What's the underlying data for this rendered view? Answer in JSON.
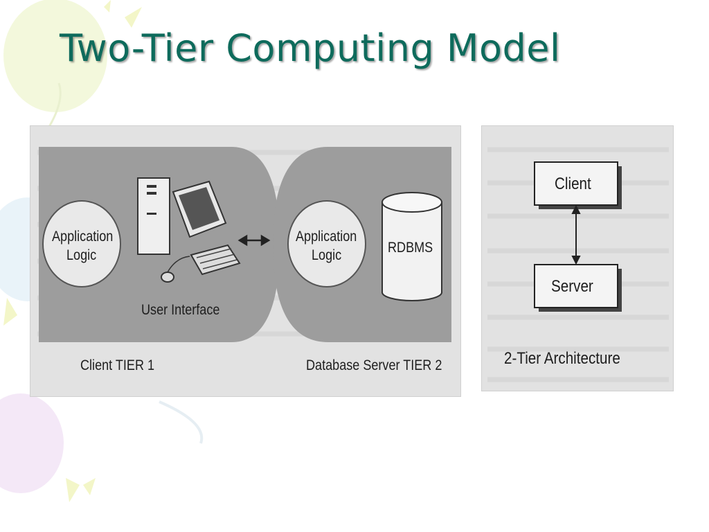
{
  "slide": {
    "title": "Two-Tier Computing Model",
    "title_color": "#0e6b5c"
  },
  "left_diagram": {
    "client_tier": {
      "app_logic": [
        "Application",
        "Logic"
      ],
      "user_interface": "User Interface",
      "label": "Client TIER 1"
    },
    "server_tier": {
      "app_logic": [
        "Application",
        "Logic"
      ],
      "database": "RDBMS",
      "label": "Database Server TIER 2"
    }
  },
  "right_diagram": {
    "top_box": "Client",
    "bottom_box": "Server",
    "caption": "2-Tier Architecture"
  }
}
